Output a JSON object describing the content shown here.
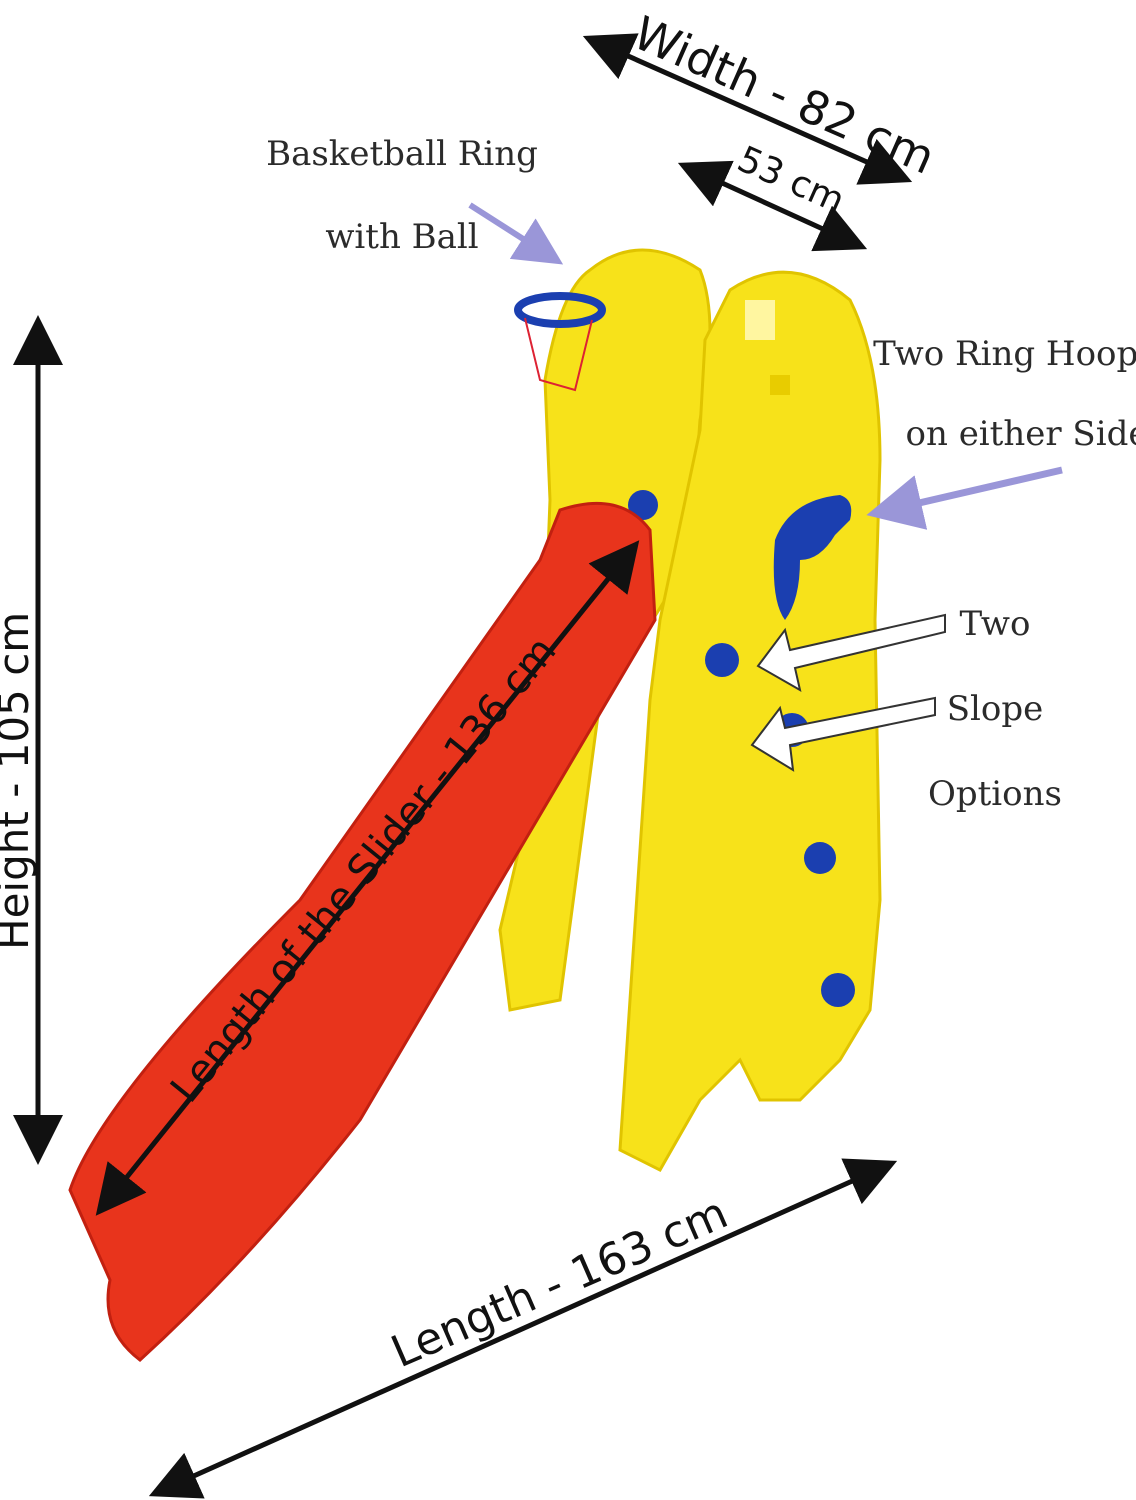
{
  "dimensions": {
    "width": "Width - 82 cm",
    "inner_width": "53 cm",
    "height": "Height - 105 cm",
    "slider_length": "Length of the Slider - 136 cm",
    "length": "Length - 163 cm"
  },
  "callouts": {
    "basketball": [
      "Basketball Ring",
      "with Ball"
    ],
    "hooplas": [
      "Two Ring Hooplas",
      "on either Side"
    ],
    "slope": [
      "Two",
      "Slope",
      "Options"
    ]
  },
  "colors": {
    "slide": "#e8341c",
    "frame": "#f7e21a",
    "knob": "#1b3fb0",
    "callout_arrow": "#9a96d8"
  }
}
